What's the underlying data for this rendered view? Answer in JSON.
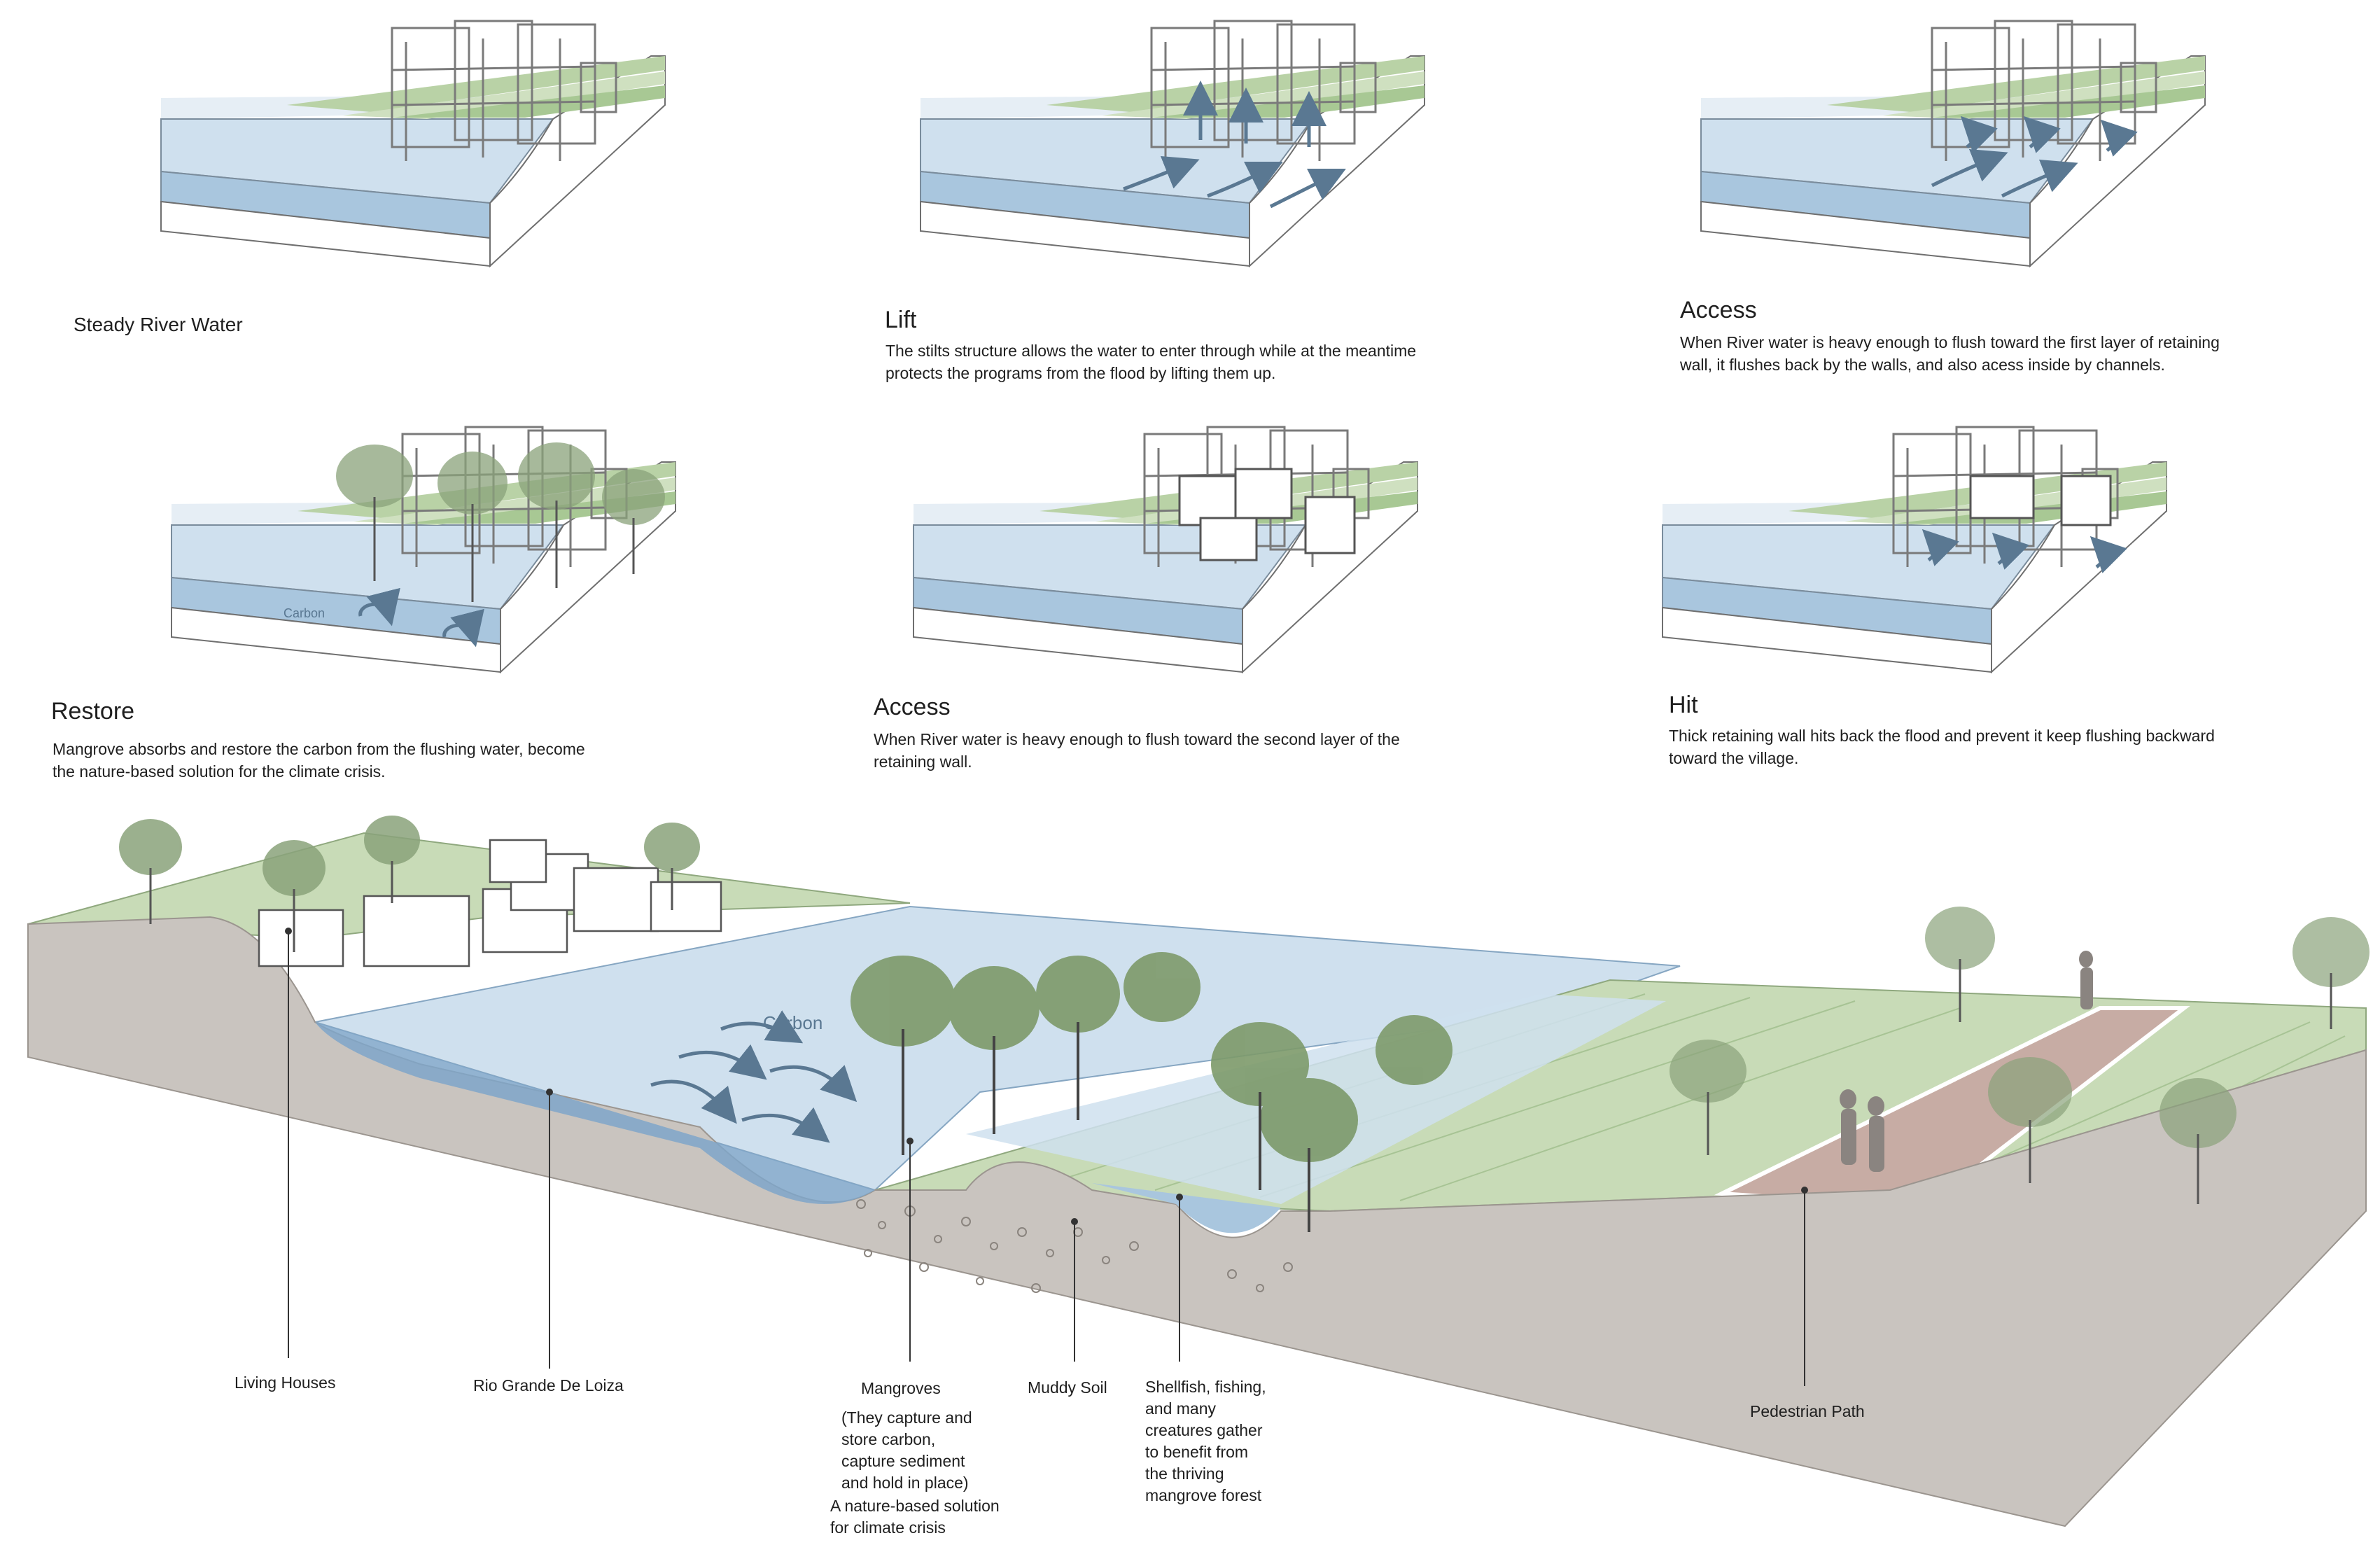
{
  "panels": [
    {
      "id": "steady",
      "title": "Steady River Water",
      "desc": ""
    },
    {
      "id": "lift",
      "title": "Lift",
      "desc": "The stilts structure allows the water to enter through while at the meantime\nprotects the programs from the flood by lifting them up."
    },
    {
      "id": "access1",
      "title": "Access",
      "desc": "When River water is heavy enough to flush toward the first layer of retaining\nwall, it flushes back by the walls, and also acess inside by channels."
    },
    {
      "id": "restore",
      "title": "Restore",
      "desc": "Mangrove absorbs and restore the carbon from the flushing water, become\nthe nature-based solution for the climate crisis.",
      "annotation": "Carbon"
    },
    {
      "id": "access2",
      "title": "Access",
      "desc": "When River water is heavy enough to flush toward the second layer of the\nretaining wall."
    },
    {
      "id": "hit",
      "title": "Hit",
      "desc": "Thick retaining wall hits back the flood and prevent it keep flushing backward\ntoward the village."
    }
  ],
  "section": {
    "carbon_label": "Carbon",
    "labels": {
      "living_houses": "Living Houses",
      "rio_grande": "Rio Grande De Loiza",
      "mangroves": "Mangroves",
      "mangroves_note": "(They capture and\nstore carbon,\ncapture sediment\nand hold in place)",
      "mangroves_solution": "A nature-based solution\nfor climate crisis",
      "muddy_soil": "Muddy Soil",
      "shellfish": "Shellfish, fishing,\nand many\ncreatures gather\nto benefit from\nthe thriving\nmangrove forest",
      "pedestrian_path": "Pedestrian Path"
    }
  },
  "colors": {
    "water_light": "#cfe0ee",
    "water_mid": "#a9c6de",
    "water_dark": "#7fa6c9",
    "grass": "#c8dbb7",
    "grass_dark": "#9fbe8c",
    "soil": "#c9c4bf",
    "soil_edge": "#9b958f",
    "arrow": "#5a7892",
    "tree": "#7d9a6a",
    "path": "#c7aca4"
  }
}
